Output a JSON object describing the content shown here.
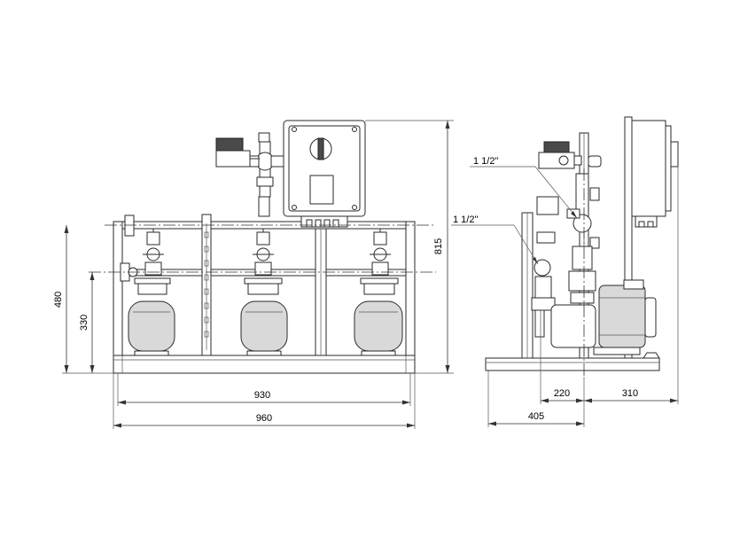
{
  "front_view": {
    "dimensions": {
      "overall_height": "815",
      "inlet_height": "480",
      "outlet_height": "330",
      "base_inner_width": "930",
      "base_outer_width": "960"
    }
  },
  "side_view": {
    "connections": {
      "upper_connection": "1 1/2\"",
      "lower_connection": "1 1/2\""
    },
    "dimensions": {
      "depth_pump_offset": "220",
      "depth_rear": "310",
      "depth_front": "405"
    }
  },
  "colors": {
    "line": "#2a2a2a",
    "pump_motor_fill": "#d9d9d9",
    "background": "#ffffff"
  }
}
